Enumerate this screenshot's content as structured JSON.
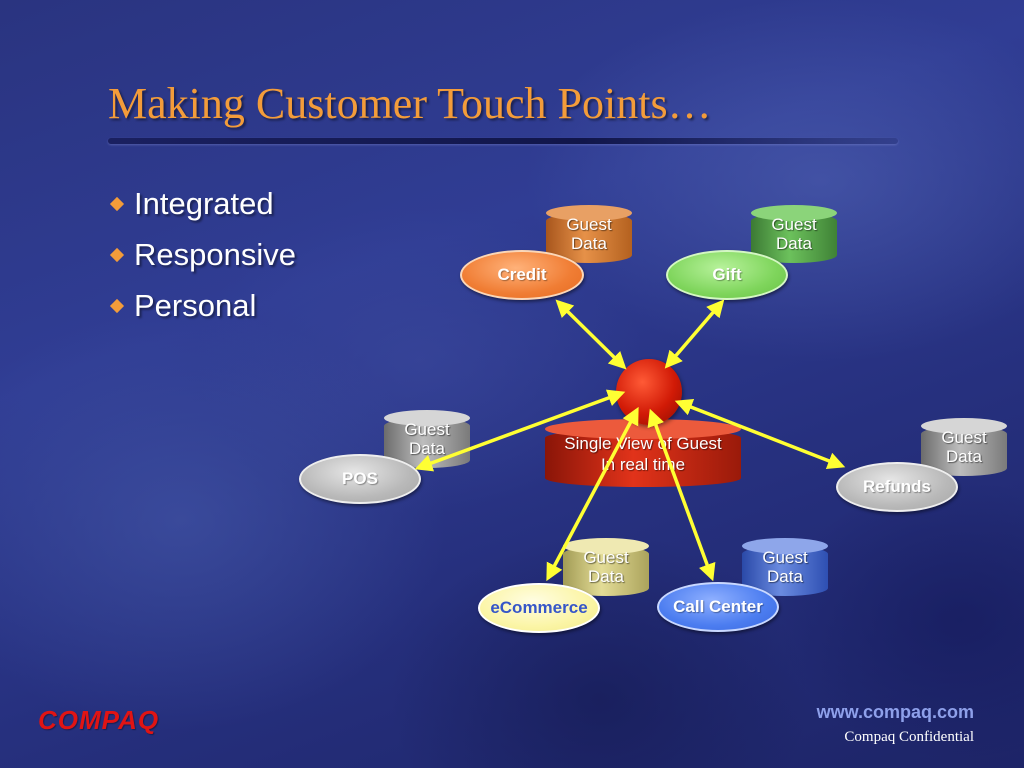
{
  "slide": {
    "title": "Making Customer Touch Points…",
    "bullets": [
      "Integrated",
      "Responsive",
      "Personal"
    ]
  },
  "diagram": {
    "hub_label": "Single View of Guest\nIn real time",
    "nodes": {
      "credit": "Credit",
      "gift": "Gift",
      "pos": "POS",
      "refunds": "Refunds",
      "ecommerce": "eCommerce",
      "call_center": "Call Center"
    },
    "database_label": "Guest\nData"
  },
  "footer": {
    "logo": "COMPAQ",
    "url": "www.compaq.com",
    "confidential": "Compaq Confidential"
  },
  "colors": {
    "title": "#f39c3a",
    "arrow": "#ffff33",
    "hub": "#d11a06",
    "logo": "#e01414"
  }
}
